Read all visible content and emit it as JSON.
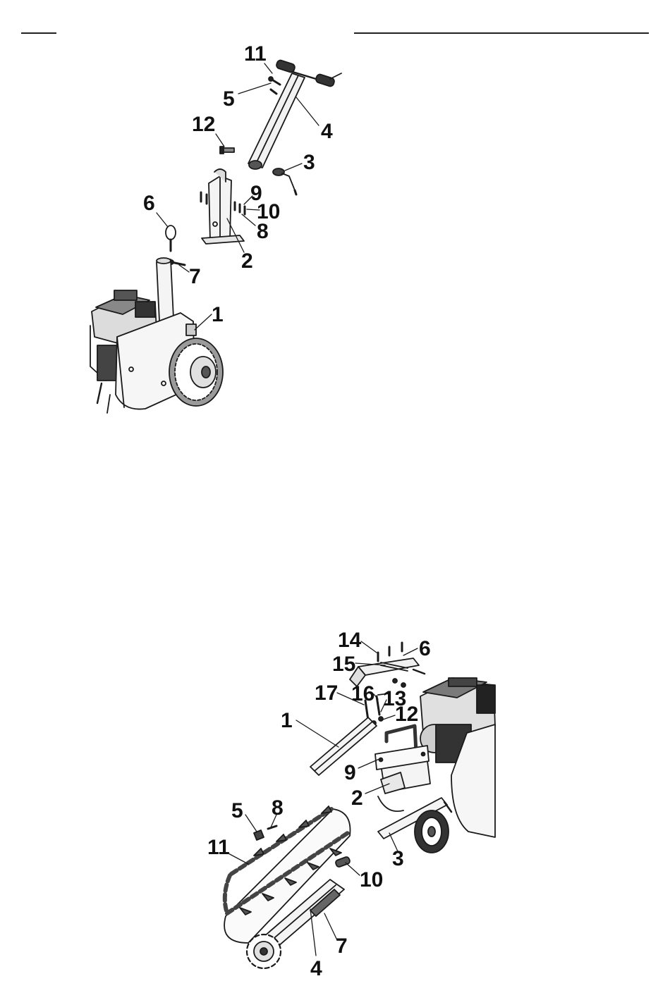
{
  "figures": [
    {
      "name": "handle-assembly",
      "callouts": [
        "1",
        "2",
        "3",
        "4",
        "5",
        "6",
        "7",
        "8",
        "9",
        "10",
        "11",
        "12"
      ]
    },
    {
      "name": "boom-chain-assembly",
      "callouts": [
        "1",
        "2",
        "3",
        "4",
        "5",
        "6",
        "7",
        "8",
        "9",
        "10",
        "11",
        "12",
        "13",
        "14",
        "15",
        "16",
        "17"
      ]
    }
  ]
}
